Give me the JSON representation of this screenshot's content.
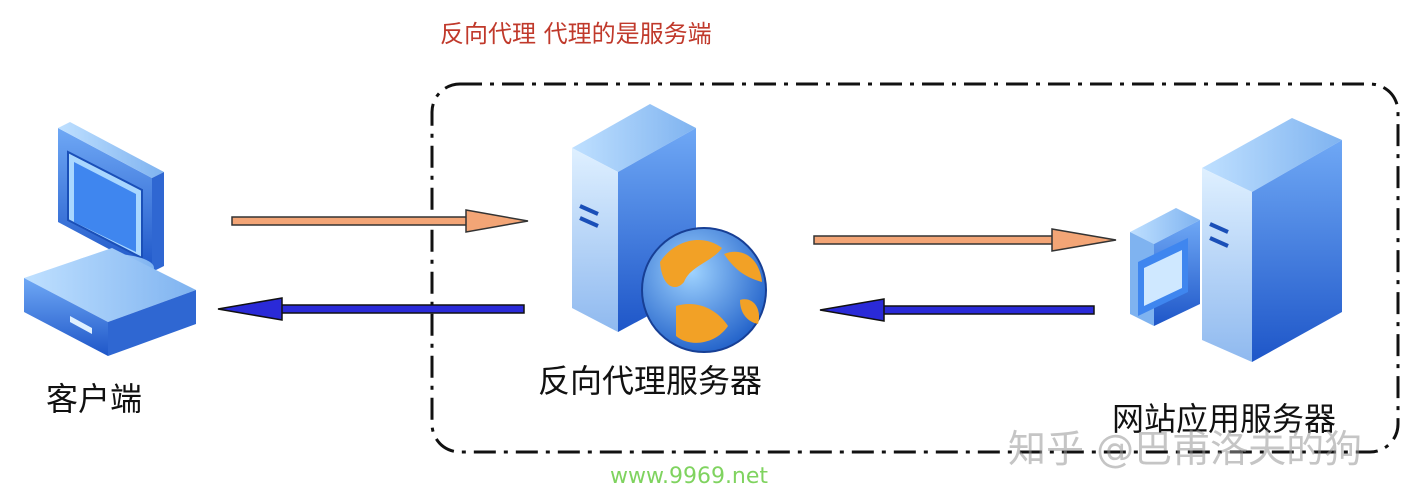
{
  "title": "反向代理 代理的是服务端",
  "nodes": {
    "client": {
      "label": "客户端",
      "icon": "desktop-computer-icon"
    },
    "proxy": {
      "label": "反向代理服务器",
      "icon": "server-with-globe-icon"
    },
    "web": {
      "label": "网站应用服务器",
      "icon": "server-tower-icon"
    }
  },
  "watermark": "知乎 @巴甫洛夫的狗",
  "url_mark": "www.9969.net",
  "colors": {
    "title": "#c0392b",
    "request_arrow": "#f3a576",
    "response_arrow": "#2a2ad8",
    "boundary": "#111111",
    "device_blue": "#3f7ee0"
  },
  "edges": [
    {
      "from": "client",
      "to": "proxy",
      "kind": "request"
    },
    {
      "from": "proxy",
      "to": "client",
      "kind": "response"
    },
    {
      "from": "proxy",
      "to": "web",
      "kind": "request"
    },
    {
      "from": "web",
      "to": "proxy",
      "kind": "response"
    }
  ]
}
